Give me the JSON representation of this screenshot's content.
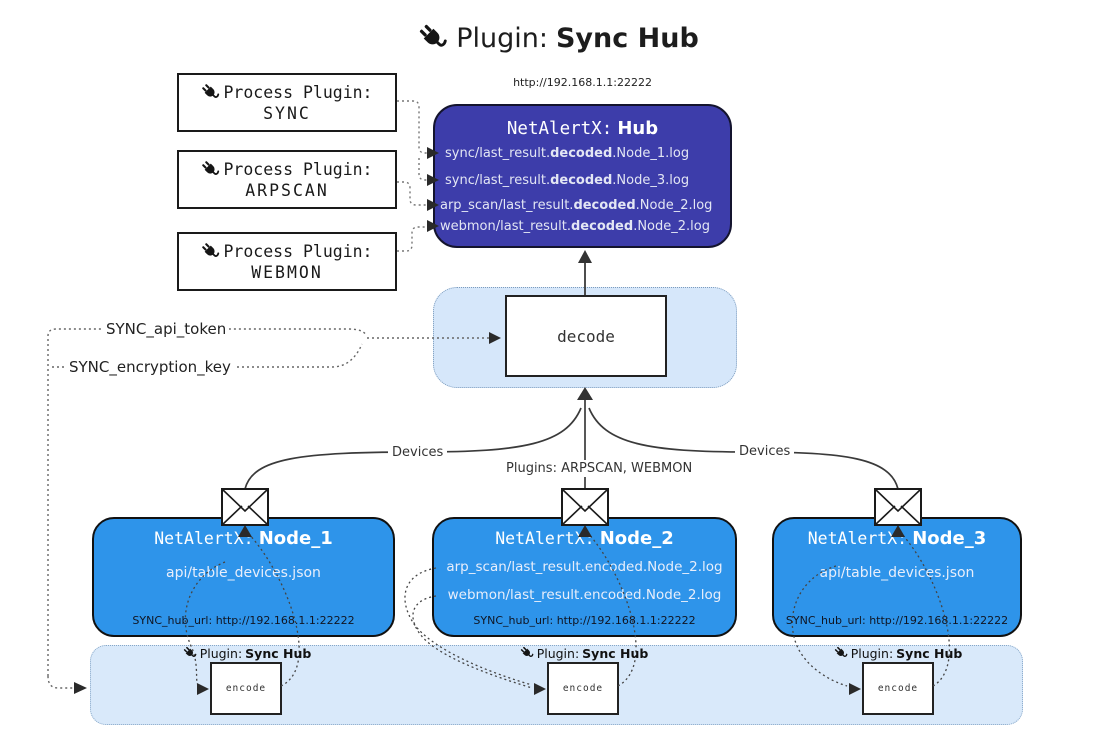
{
  "title": {
    "prefix": "Plugin:",
    "name": "Sync Hub"
  },
  "hub": {
    "url_label": "http://192.168.1.1:22222",
    "name_prefix": "NetAlertX:",
    "name": "Hub",
    "logs": [
      {
        "pre": "sync/last_result.",
        "bold": "decoded",
        "post": ".Node_1.log"
      },
      {
        "pre": "sync/last_result.",
        "bold": "decoded",
        "post": ".Node_3.log"
      },
      {
        "pre": "arp_scan/last_result.",
        "bold": "decoded",
        "post": ".Node_2.log"
      },
      {
        "pre": "webmon/last_result.",
        "bold": "decoded",
        "post": ".Node_2.log"
      }
    ]
  },
  "process_plugins": [
    {
      "label": "Process Plugin:",
      "name": "SYNC"
    },
    {
      "label": "Process Plugin:",
      "name": "ARPSCAN"
    },
    {
      "label": "Process Plugin:",
      "name": "WEBMON"
    }
  ],
  "decode": {
    "label": "decode"
  },
  "encode": {
    "label": "encode"
  },
  "secrets": {
    "api_token": "SYNC_api_token",
    "encryption_key": "SYNC_encryption_key"
  },
  "edge_labels": {
    "left": "Devices",
    "center": "Plugins: ARPSCAN, WEBMON",
    "right": "Devices"
  },
  "nodes": [
    {
      "name_prefix": "NetAlertX:",
      "name": "Node_1",
      "lines": [
        "api/table_devices.json"
      ],
      "hub_url": "SYNC_hub_url: http://192.168.1.1:22222"
    },
    {
      "name_prefix": "NetAlertX:",
      "name": "Node_2",
      "lines": [
        "arp_scan/last_result.encoded.Node_2.log",
        "webmon/last_result.encoded.Node_2.log"
      ],
      "hub_url": "SYNC_hub_url: http://192.168.1.1:22222"
    },
    {
      "name_prefix": "NetAlertX:",
      "name": "Node_3",
      "lines": [
        "api/table_devices.json"
      ],
      "hub_url": "SYNC_hub_url: http://192.168.1.1:22222"
    }
  ],
  "sync_hub_plugin_label": {
    "prefix": "Plugin:",
    "name": "Sync Hub"
  },
  "colors": {
    "hub_fill": "#3d3daa",
    "node_fill": "#2e94ea",
    "band_fill": "#d9e9fa",
    "container_fill": "#d6e7fa",
    "solid_line": "#3a3a3a",
    "dotted_line": "#666666"
  }
}
